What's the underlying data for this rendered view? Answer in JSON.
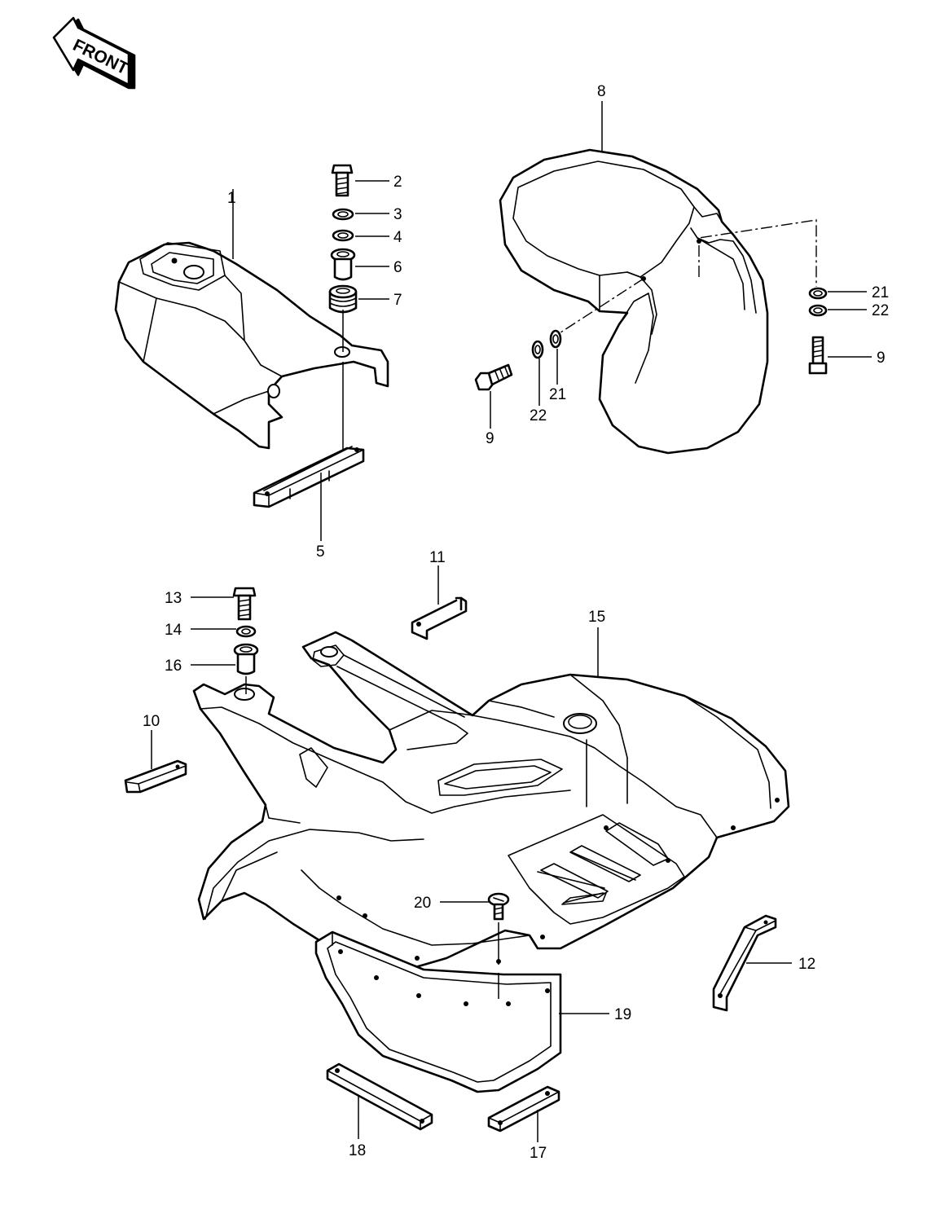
{
  "front_label": "FRONT",
  "callouts": {
    "c1": "1",
    "c2": "2",
    "c3": "3",
    "c4": "4",
    "c5": "5",
    "c6": "6",
    "c7": "7",
    "c8": "8",
    "c9a": "9",
    "c9b": "9",
    "c10": "10",
    "c11": "11",
    "c12": "12",
    "c13": "13",
    "c14": "14",
    "c15": "15",
    "c16": "16",
    "c17": "17",
    "c18": "18",
    "c19": "19",
    "c20": "20",
    "c21a": "21",
    "c21b": "21",
    "c22a": "22",
    "c22b": "22"
  }
}
